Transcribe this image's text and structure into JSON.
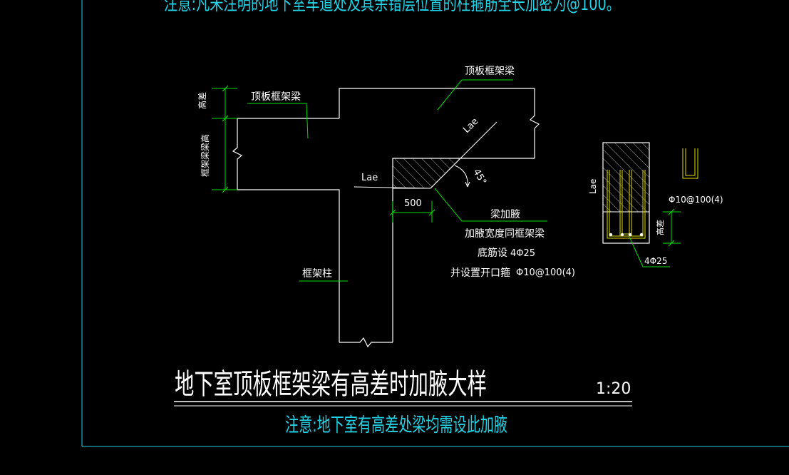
{
  "colors": {
    "background": "#000000",
    "frame": "#22d3e6",
    "line_white": "#ffffff",
    "line_green": "#00e000",
    "rebar_yellow": "#e0e000",
    "text_cyan": "#22d3e6",
    "hatch_white": "#cfcfcf"
  },
  "notes": {
    "top_note": "注意:凡未注明的地下室车道处及其余错层位置的柱箍筋全长加密为@100。",
    "main_title": "地下室顶板框架梁有高差时加腋大样",
    "scale": "1:20",
    "bottom_note": "注意:地下室有高差处梁均需设此加腋"
  },
  "labels": {
    "top_beam_upper": "顶板框架梁",
    "top_beam_lower": "顶板框架梁",
    "height_diff": "高差",
    "beam_height": "框架梁梁高",
    "frame_column": "框架柱",
    "lae_diagonal": "Lae",
    "lae_horizontal": "Lae",
    "angle": "45°",
    "dimension_500": "500",
    "haunch_title": "梁加腋",
    "haunch_width": "加腋宽度同框架梁",
    "bottom_bars": "底筋设",
    "bottom_bars_spec": "4Φ25",
    "stirrup_text": "并设置开口箍",
    "stirrup_spec": "Φ10@100(4)",
    "section_lae": "Lae",
    "section_height_diff": "高差",
    "section_stirrup": "Φ10@100(4)",
    "section_bars": "4Φ25"
  }
}
